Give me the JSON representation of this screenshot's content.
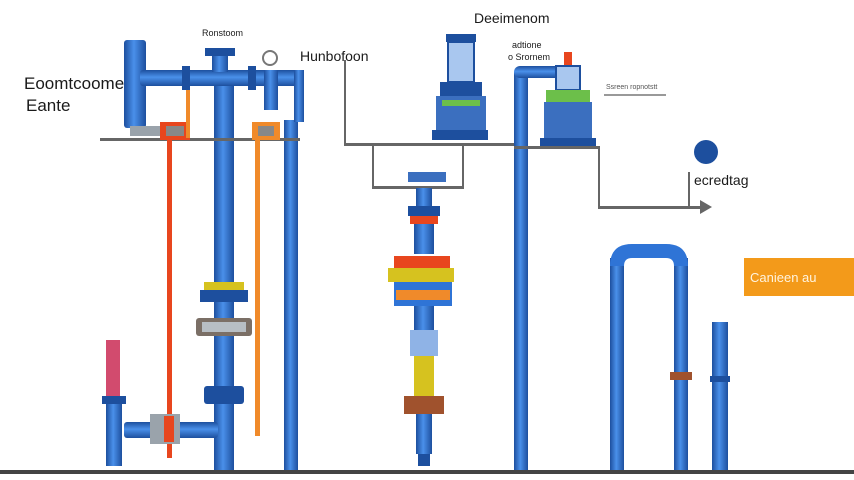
{
  "labels": {
    "left_title_line1": "Eoomtcoome",
    "left_title_line2": "Eante",
    "top_left_label": "Ronstoom",
    "mid_label": "Hunbofoon",
    "top_center_label": "Deeimenom",
    "right_small_label_1": "adtione",
    "right_small_label_2": "o Srornem",
    "right_tiny_label": "Ssreen ropnotstt",
    "right_mid_label": "ecredtag",
    "badge_label": "Canieen au"
  },
  "colors": {
    "pipe_blue": "#2f74d6",
    "pipe_dark": "#1d4f9e",
    "red_line": "#e8461e",
    "orange_line": "#f08a2a",
    "badge": "#f39a1a",
    "ground": "#444444"
  }
}
